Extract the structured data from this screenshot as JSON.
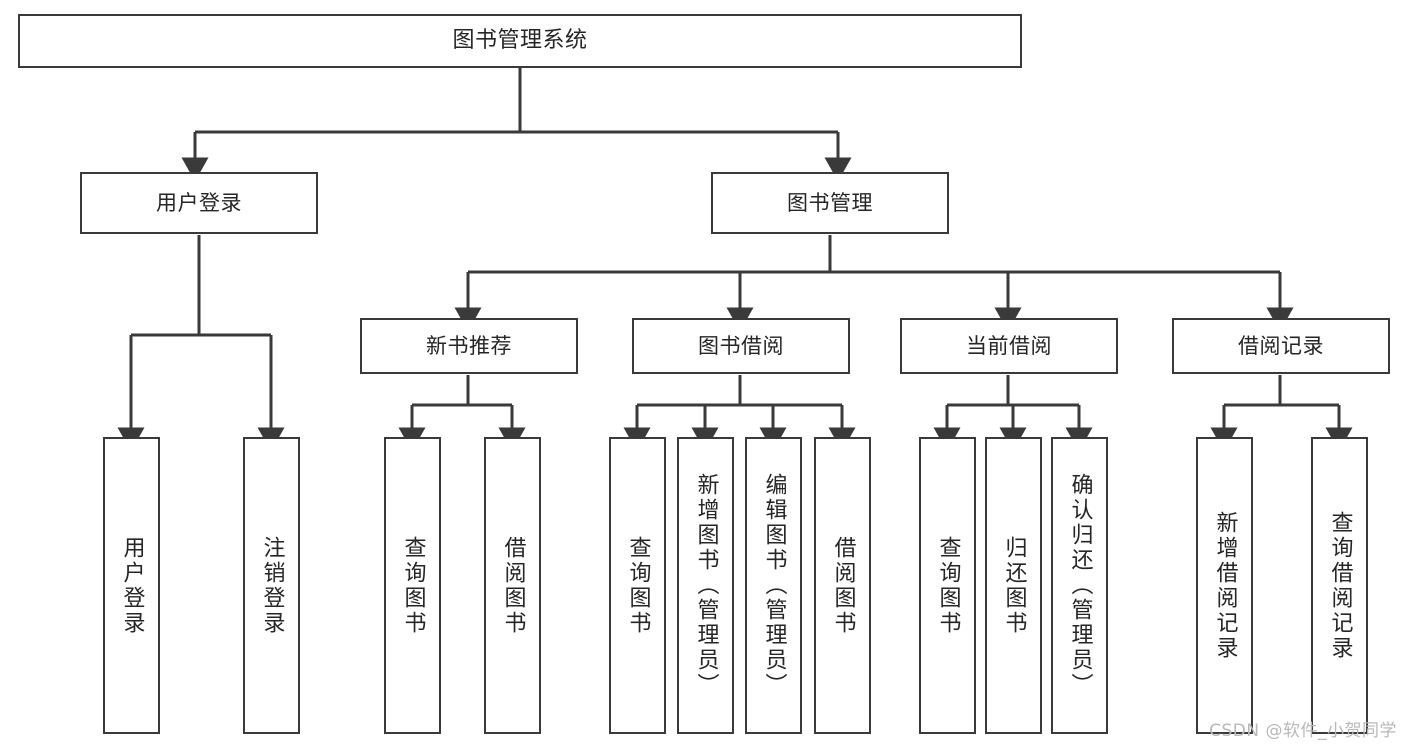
{
  "diagram": {
    "title": "图书管理系统",
    "watermark": "CSDN @软件_小贺同学",
    "stroke_color": "#3a3a3a",
    "text_color": "#262626",
    "background_color": "#ffffff",
    "watermark_color": "#b9b9b9"
  },
  "nodes": {
    "root": {
      "label": "图书管理系统"
    },
    "level1": [
      {
        "label": "用户登录"
      },
      {
        "label": "图书管理"
      }
    ],
    "level2": [
      {
        "label": "新书推荐"
      },
      {
        "label": "图书借阅"
      },
      {
        "label": "当前借阅"
      },
      {
        "label": "借阅记录"
      }
    ],
    "leaves": {
      "user_login": [
        {
          "label": "用户登录"
        },
        {
          "label": "注销登录"
        }
      ],
      "new_book": [
        {
          "label": "查询图书"
        },
        {
          "label": "借阅图书"
        }
      ],
      "book_borrow": [
        {
          "label": "查询图书"
        },
        {
          "label": "新增图书（管理员）"
        },
        {
          "label": "编辑图书（管理员）"
        },
        {
          "label": "借阅图书"
        }
      ],
      "current_borrow": [
        {
          "label": "查询图书"
        },
        {
          "label": "归还图书"
        },
        {
          "label": "确认归还（管理员）"
        }
      ],
      "borrow_record": [
        {
          "label": "新增借阅记录"
        },
        {
          "label": "查询借阅记录"
        }
      ]
    }
  }
}
